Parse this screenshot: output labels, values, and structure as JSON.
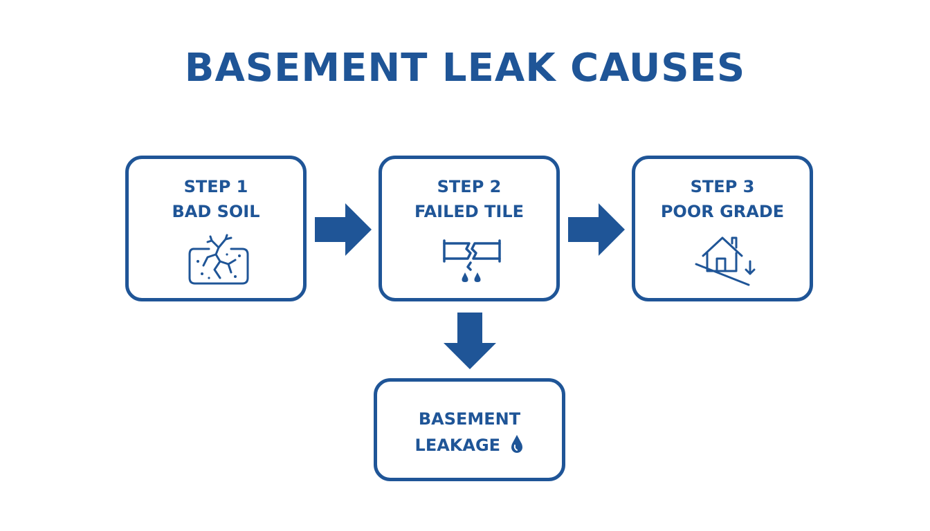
{
  "title": "BASEMENT LEAK CAUSES",
  "steps": [
    {
      "step": "STEP 1",
      "label": "BAD SOIL",
      "icon": "cracked-soil-icon"
    },
    {
      "step": "STEP 2",
      "label": "FAILED TILE",
      "icon": "broken-pipe-icon"
    },
    {
      "step": "STEP 3",
      "label": "POOR GRADE",
      "icon": "sloped-house-icon"
    }
  ],
  "result": {
    "line1": "BASEMENT",
    "line2": "LEAKAGE",
    "icon": "water-drop-icon"
  },
  "colors": {
    "primary": "#1f5597",
    "background": "#ffffff"
  }
}
